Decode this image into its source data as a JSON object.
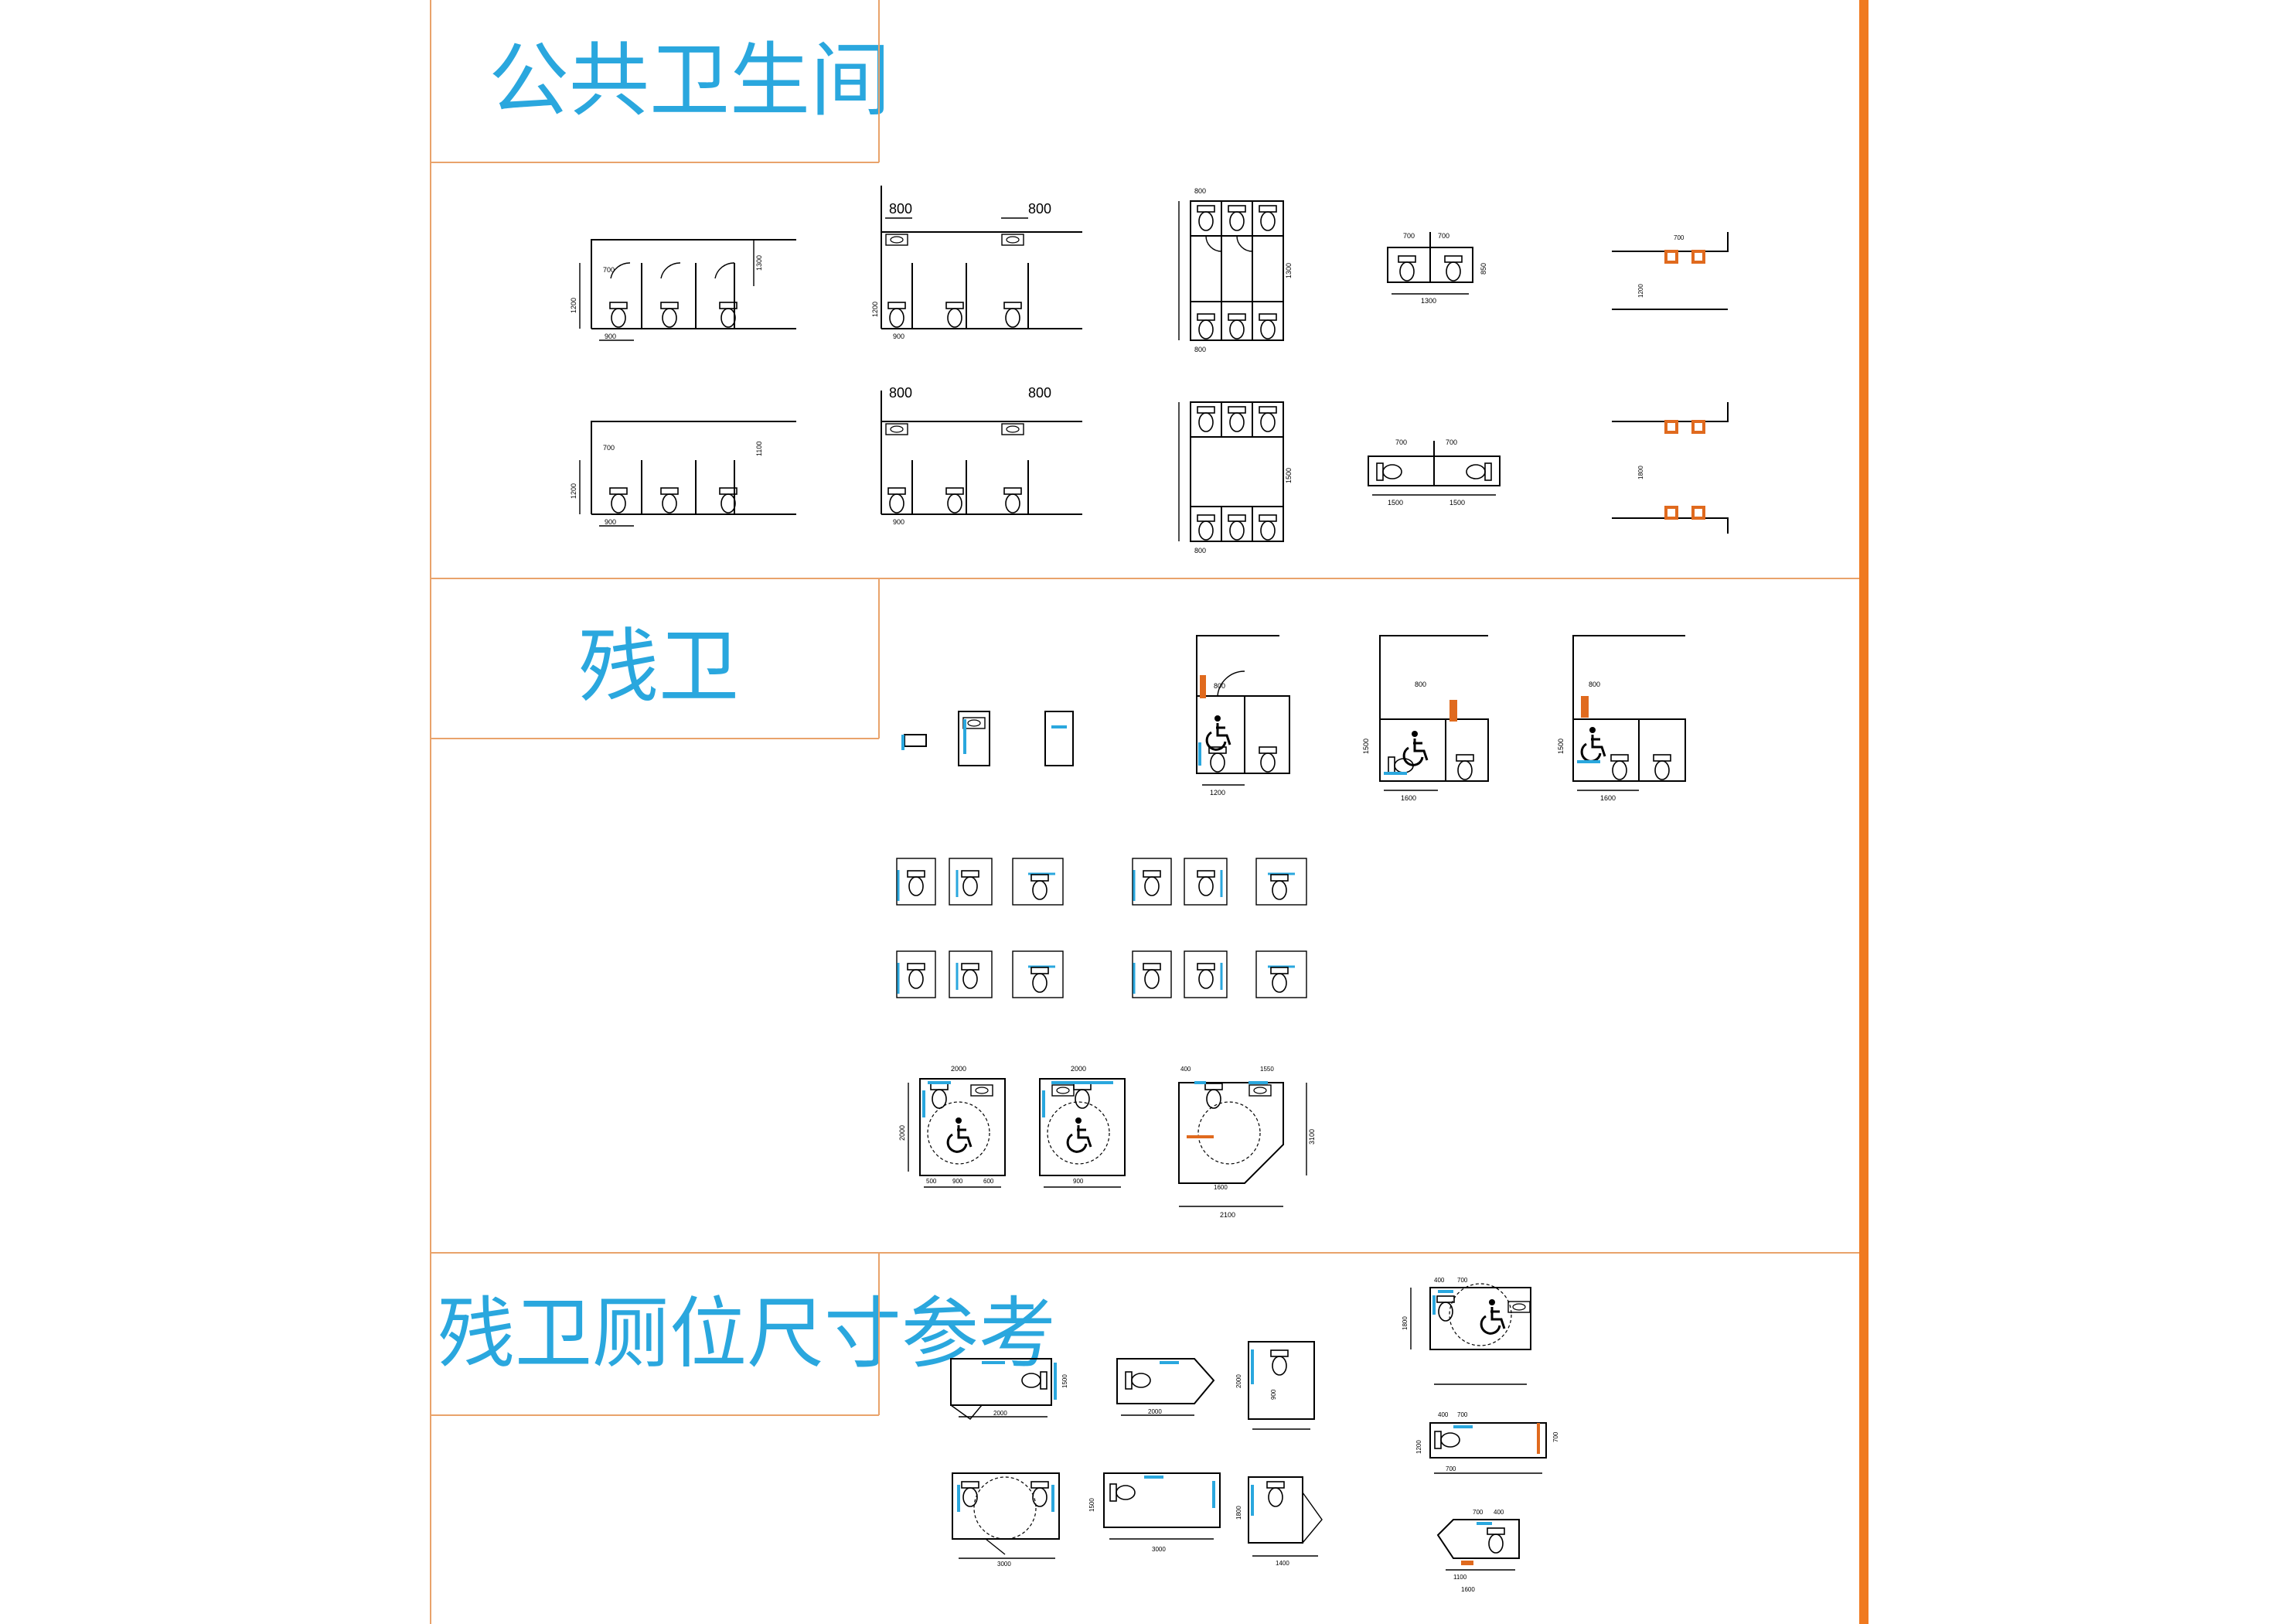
{
  "sections": {
    "public": {
      "title": "公共卫生间"
    },
    "accessible": {
      "title": "残卫"
    },
    "reference": {
      "title": "残卫厕位尺寸参考"
    }
  },
  "colors": {
    "frame": "#e9a36b",
    "accent_bar": "#f07a1f",
    "title": "#2aa7de",
    "fixture_blue": "#2aa7de",
    "grab_bar_orange": "#e06a1e",
    "linework": "#000000"
  },
  "dimensions": {
    "d800": "800",
    "d700": "700",
    "d900": "900",
    "d1200": "1200",
    "d1300": "1300",
    "d1500": "1500",
    "d1600": "1600",
    "d1800": "1800",
    "d2000": "2000",
    "d2100": "2100",
    "d3100": "3100",
    "d1400": "1400",
    "d1100": "1100",
    "d1550": "1550",
    "d850": "850",
    "d600": "600",
    "d400": "400",
    "d500": "500"
  }
}
